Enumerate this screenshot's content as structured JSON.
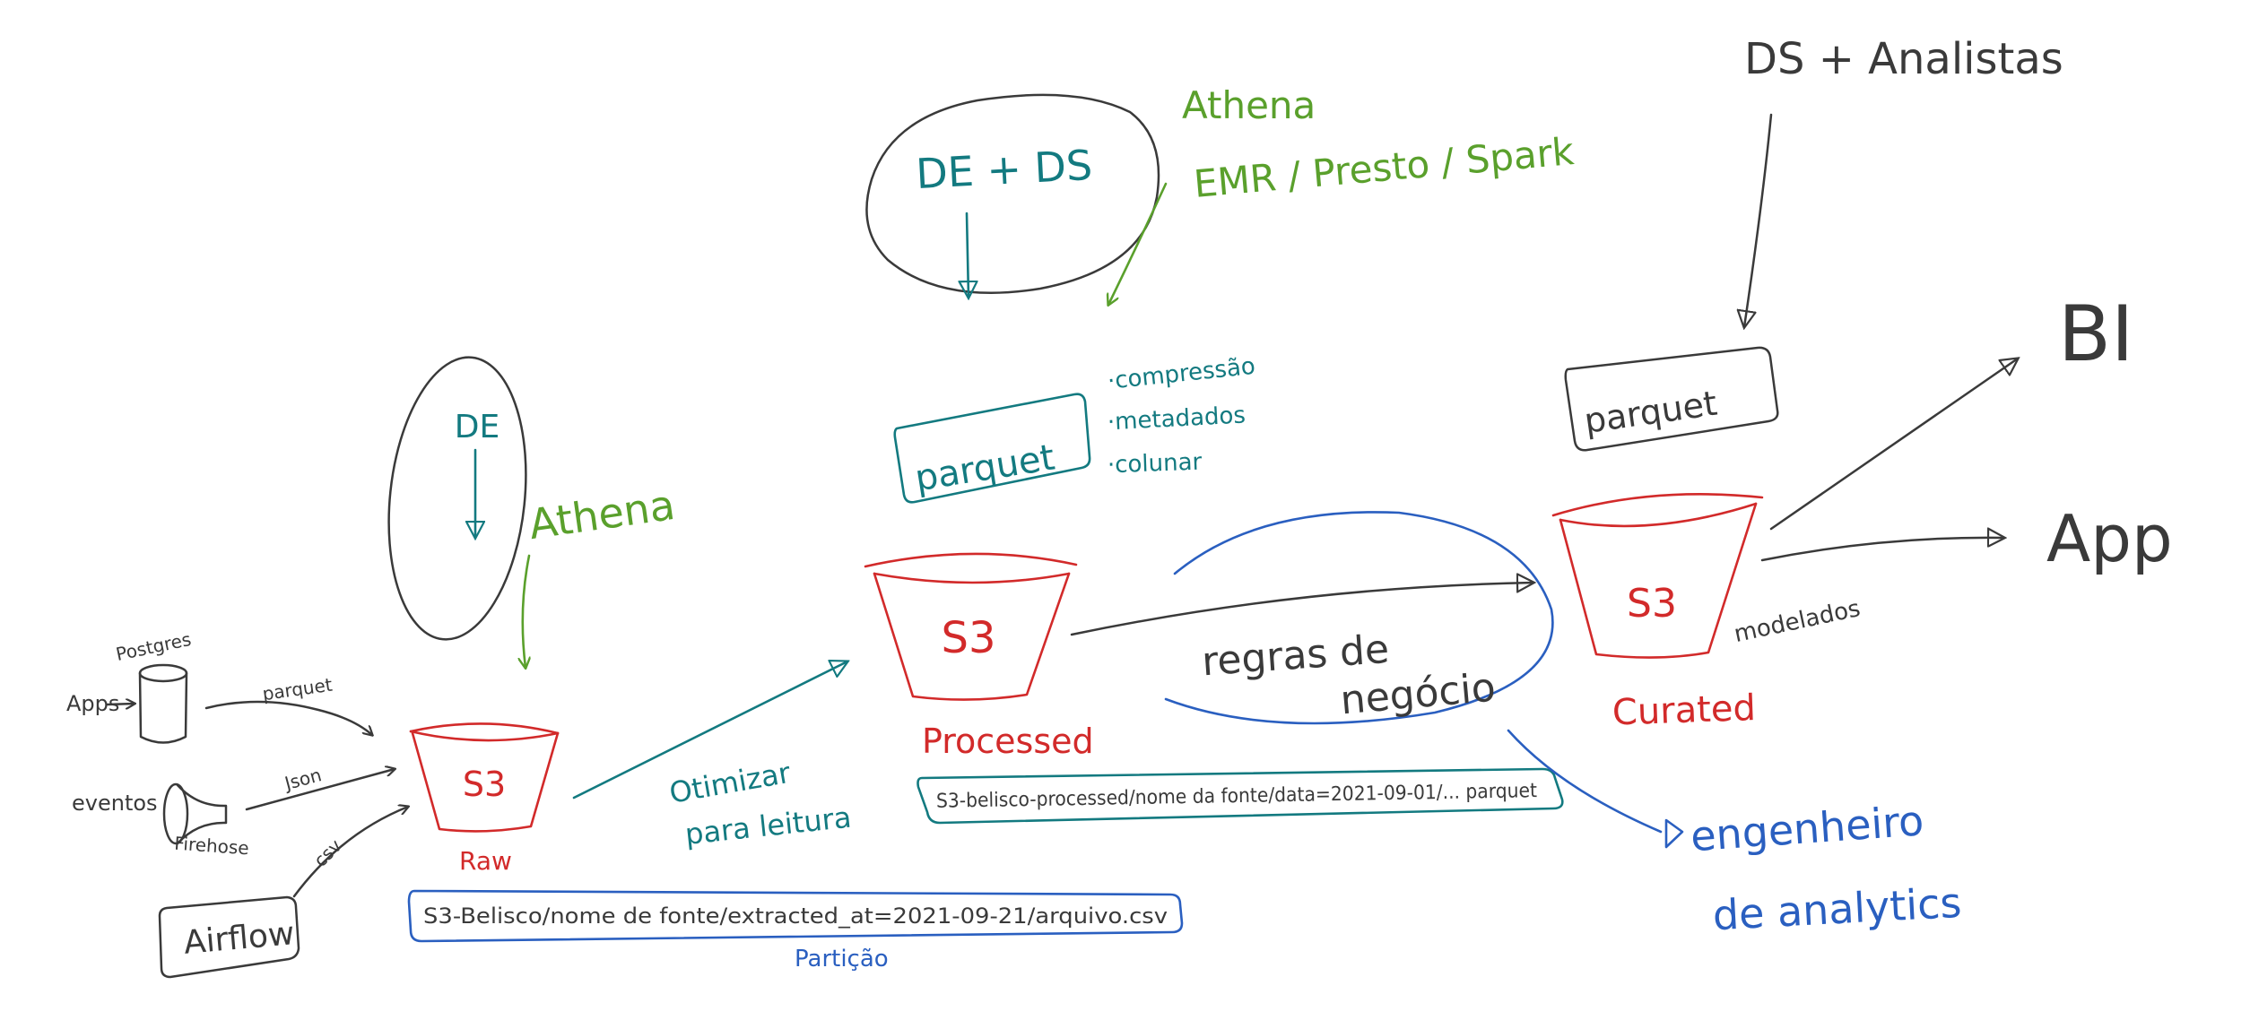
{
  "left_inputs": {
    "postgres": "Postgres",
    "apps": "Apps",
    "eventos": "eventos",
    "firehose": "Firehose",
    "airflow": "Airflow",
    "fmt_parquet": "parquet",
    "fmt_json": "Json",
    "fmt_csv": "csv"
  },
  "raw": {
    "s3": "S3",
    "label": "Raw",
    "path": "S3-Belisco/nome de fonte/extracted_at=2021-09-21/arquivo.csv",
    "partition": "Partição"
  },
  "raw_users": {
    "role": "DE",
    "tool": "Athena"
  },
  "transform": {
    "line1": "Otimizar",
    "line2": "para leitura"
  },
  "processed": {
    "s3": "S3",
    "label": "Processed",
    "path": "S3-belisco-processed/nome da fonte/data=2021-09-01/... parquet",
    "format": "parquet",
    "features": [
      "·compressão",
      "·metadados",
      "·colunar"
    ]
  },
  "processed_users": {
    "role": "DE + DS",
    "tools_line1": "Athena",
    "tools_line2": "EMR / Presto / Spark"
  },
  "business_rules": {
    "line1": "regras de",
    "line2": "negócio",
    "owner_line1": "engenheiro",
    "owner_line2": "de analytics"
  },
  "curated": {
    "s3": "S3",
    "label": "Curated",
    "format": "parquet",
    "note": "modelados",
    "users": "DS + Analistas",
    "out_bi": "BI",
    "out_app": "App"
  }
}
